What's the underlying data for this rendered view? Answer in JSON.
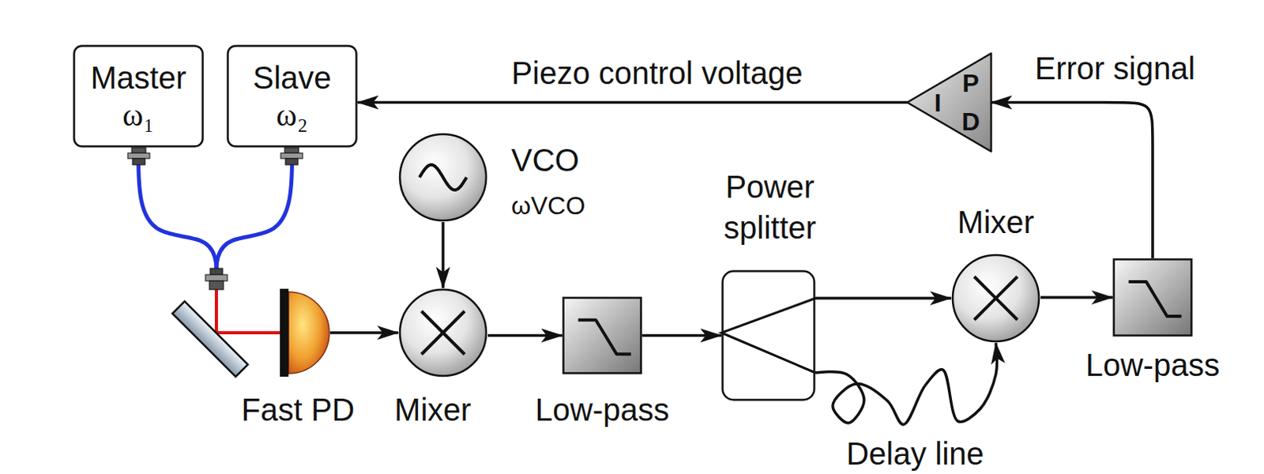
{
  "diagram": {
    "nodes": [
      {
        "text": [
          "Master",
          "ω₁"
        ]
      },
      {
        "text": [
          "Slave",
          "ω₂"
        ]
      },
      {
        "text": [
          "Fast PD"
        ]
      },
      {
        "text": [
          "Mixer"
        ]
      },
      {
        "text": [
          "VCO",
          "ωVCO"
        ]
      },
      {
        "text": [
          "Low-pass"
        ]
      },
      {
        "text": [
          "Power splitter"
        ]
      },
      {
        "text": [
          "Mixer"
        ]
      },
      {
        "text": [
          "Low-pass"
        ]
      },
      {
        "text": [
          "I",
          "P",
          "D"
        ]
      }
    ],
    "edges": [
      {
        "from": 0,
        "to": 2,
        "arrow": "none"
      },
      {
        "from": 1,
        "to": 2,
        "arrow": "none"
      },
      {
        "from": 2,
        "to": 3,
        "arrow": "to"
      },
      {
        "from": 4,
        "to": 3,
        "arrow": "to"
      },
      {
        "from": 3,
        "to": 5,
        "arrow": "to"
      },
      {
        "from": 5,
        "to": 6,
        "arrow": "to"
      },
      {
        "from": 6,
        "to": 7,
        "arrow": "to"
      },
      {
        "from": 6,
        "to": 7,
        "arrow": "to",
        "label": "Delay line"
      },
      {
        "from": 7,
        "to": 8,
        "arrow": "to"
      },
      {
        "from": 8,
        "to": 9,
        "arrow": "to",
        "label": "Error signal"
      },
      {
        "from": 9,
        "to": 1,
        "arrow": "to",
        "label": "Piezo control voltage"
      }
    ]
  }
}
